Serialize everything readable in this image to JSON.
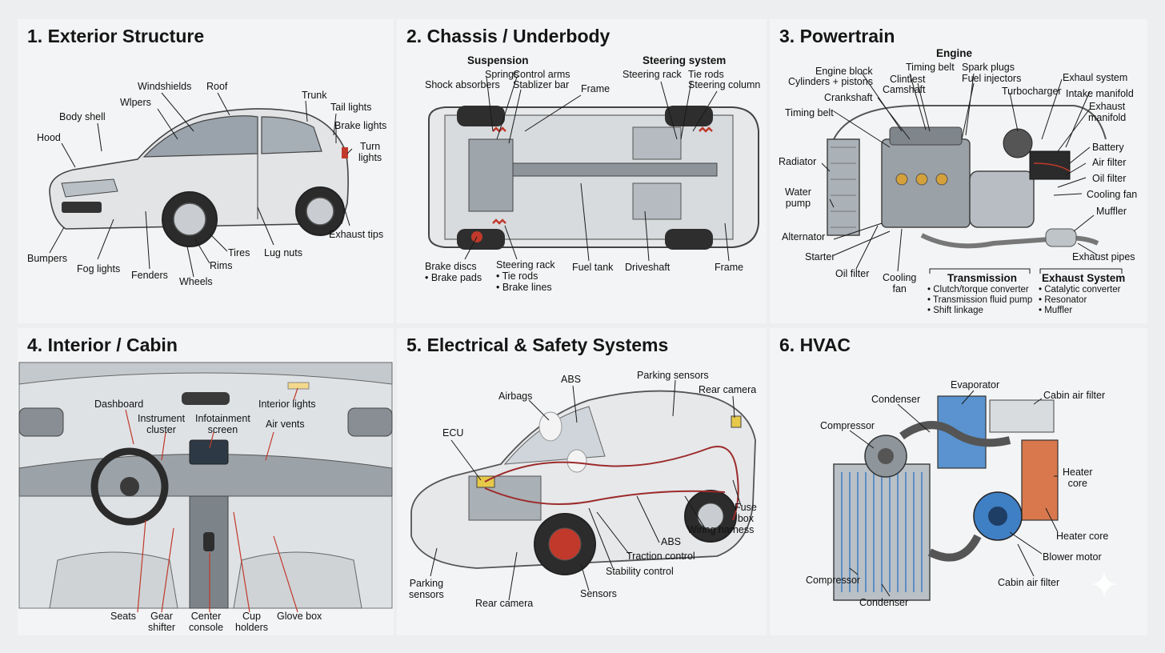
{
  "panels": {
    "exterior": {
      "title": "1. Exterior Structure",
      "labels": [
        "Windshields",
        "Roof",
        "Wlpers",
        "Trunk",
        "Body shell",
        "Tail lights",
        "Brake lights",
        "Hood",
        "Turn",
        "lights",
        "Exhaust tips",
        "Tires",
        "Lug nuts",
        "Bumpers",
        "Fog lights",
        "Rims",
        "Fenders",
        "Wheels"
      ]
    },
    "chassis": {
      "title": "2. Chassis / Underbody",
      "suspension_heading": "Suspension",
      "steering_heading": "Steering system",
      "labels": [
        "Springs",
        "Control arms",
        "Shock absorbers",
        "Stablizer bar",
        "Frame",
        "Steering rack",
        "Tie rods",
        "Steering column",
        "Brake discs",
        "• Brake pads",
        "Steering rack",
        "• Tie rods",
        "• Brake lines",
        "Fuel tank",
        "Driveshaft",
        "Frame"
      ]
    },
    "powertrain": {
      "title": "3. Powertrain",
      "engine_heading": "Engine",
      "labels": [
        "Engine block",
        "Cylinders + pistons",
        "Timing belt",
        "Clintlest",
        "Camshaft",
        "Spark plugs",
        "Fuel injectors",
        "Exhaul system",
        "Crankshaft",
        "Turbocharger",
        "Intake manifold",
        "Timing belt",
        "Exhaust",
        "manifold",
        "Battery",
        "Radiator",
        "Air filter",
        "Oil filter",
        "Water",
        "pump",
        "Cooling fan",
        "Muffler",
        "Alternator",
        "Starter",
        "Exhaust pipes",
        "Oil filter",
        "Cooling",
        "fan"
      ],
      "transmission": {
        "heading": "Transmission",
        "items": [
          "• Clutch/torque converter",
          "• Transmission fluid pump",
          "• Shift linkage"
        ]
      },
      "exhaust": {
        "heading": "Exhaust System",
        "items": [
          "• Catalytic converter",
          "• Resonator",
          "• Muffler"
        ]
      }
    },
    "interior": {
      "title": "4. Interior / Cabin",
      "labels": [
        "Dashboard",
        "Interior lights",
        "Instrument",
        "cluster",
        "Infotainment",
        "screen",
        "Air vents",
        "Seats",
        "Gear",
        "shifter",
        "Center",
        "console",
        "Cup",
        "holders",
        "Glove box"
      ]
    },
    "electrical": {
      "title": "5. Electrical & Safety Systems",
      "labels": [
        "ABS",
        "Parking sensors",
        "Airbags",
        "Rear camera",
        "ECU",
        "Fuse",
        "box",
        "Wiring harness",
        "ABS",
        "Traction control",
        "Stability control",
        "Parking",
        "sensors",
        "Sensors",
        "Rear camera"
      ]
    },
    "hvac": {
      "title": "6. HVAC",
      "labels": [
        "Evaporator",
        "Condenser",
        "Cabin air filter",
        "Compressor",
        "Heater",
        "core",
        "Heater core",
        "Blower motor",
        "Compressor",
        "Cabin air filter",
        "Condenser"
      ]
    }
  },
  "colors": {
    "background": "#eceef0",
    "panel": "#f3f4f5",
    "leader": "#1a1a1a",
    "brake_red": "#c0392b",
    "spring_red": "#c0392b",
    "blue_coil": "#3f7fc4",
    "orange_coil": "#d9784c"
  }
}
